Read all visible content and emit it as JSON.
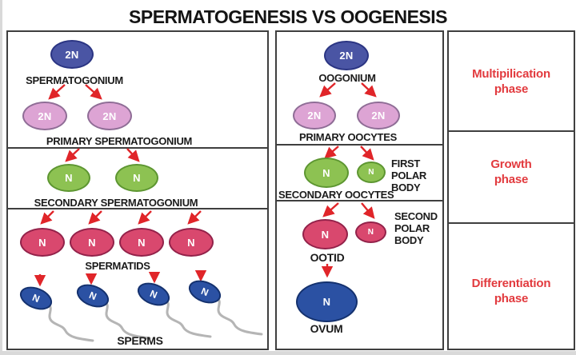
{
  "title": "SPERMATOGENESIS VS OOGENESIS",
  "spermatogenesis": {
    "stage1_cell": "2N",
    "stage1_label": "SPERMATOGONIUM",
    "stage2_cells": [
      "2N",
      "2N"
    ],
    "stage2_label": "PRIMARY SPERMATOGONIUM",
    "stage3_cells": [
      "N",
      "N"
    ],
    "stage3_label": "SECONDARY SPERMATOGONIUM",
    "stage4_cells": [
      "N",
      "N",
      "N",
      "N"
    ],
    "stage4_label": "SPERMATIDS",
    "stage5_cells": [
      "N",
      "N",
      "N",
      "N"
    ],
    "stage5_label": "SPERMS"
  },
  "oogenesis": {
    "stage1_cell": "2N",
    "stage1_label": "OOGONIUM",
    "stage2_cells": [
      "2N",
      "2N"
    ],
    "stage2_label": "PRIMARY OOCYTES",
    "stage3_main_cell": "N",
    "stage3_polar_cell": "N",
    "stage3_label": "SECONDARY OOCYTES",
    "stage3_note_lines": [
      "FIRST",
      "POLAR",
      "BODY"
    ],
    "stage4_main_cell": "N",
    "stage4_polar_cell": "N",
    "stage4_label": "OOTID",
    "stage4_note_lines": [
      "SECOND",
      "POLAR",
      "BODY"
    ],
    "stage5_cell": "N",
    "stage5_label": "OVUM"
  },
  "phases": [
    {
      "lines": [
        "Multipilication",
        "phase"
      ]
    },
    {
      "lines": [
        "Growth",
        "phase"
      ]
    },
    {
      "lines": [
        "Differentiation",
        "phase"
      ]
    }
  ],
  "colors": {
    "diploid_cell_blue": "#4a55a4",
    "primary_cell_pink": "#dda4d4",
    "secondary_cell_green": "#8dc252",
    "spermatid_ootid_crimson": "#d9486e",
    "gamete_blue": "#2b51a3",
    "arrow_red": "#e02529",
    "phase_text_red": "#e23a3e",
    "panel_border": "#3f3f3f"
  }
}
